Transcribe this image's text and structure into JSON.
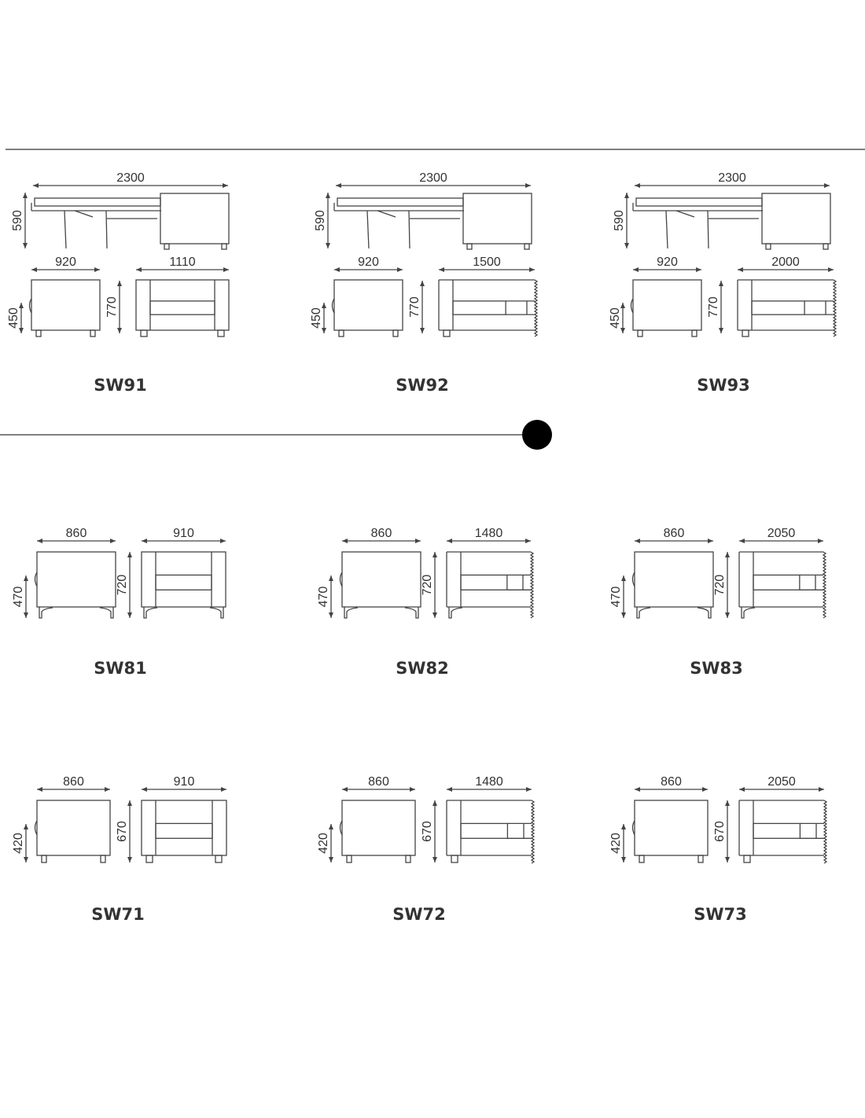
{
  "sections": [
    {
      "id": "bed-series",
      "models": [
        {
          "name": "SW91",
          "open_length": "2300",
          "open_height": "590",
          "depth": "920",
          "seat_height": "450",
          "width": "1110",
          "back_height": "770",
          "cut": false
        },
        {
          "name": "SW92",
          "open_length": "2300",
          "open_height": "590",
          "depth": "920",
          "seat_height": "450",
          "width": "1500",
          "back_height": "770",
          "cut": true
        },
        {
          "name": "SW93",
          "open_length": "2300",
          "open_height": "590",
          "depth": "920",
          "seat_height": "450",
          "width": "2000",
          "back_height": "770",
          "cut": true
        }
      ]
    },
    {
      "id": "sw8-series",
      "models": [
        {
          "name": "SW81",
          "depth": "860",
          "seat_height": "470",
          "width": "910",
          "back_height": "720",
          "cut": false
        },
        {
          "name": "SW82",
          "depth": "860",
          "seat_height": "470",
          "width": "1480",
          "back_height": "720",
          "cut": true
        },
        {
          "name": "SW83",
          "depth": "860",
          "seat_height": "470",
          "width": "2050",
          "back_height": "720",
          "cut": true
        }
      ]
    },
    {
      "id": "sw7-series",
      "models": [
        {
          "name": "SW71",
          "depth": "860",
          "seat_height": "420",
          "width": "910",
          "back_height": "670",
          "cut": false
        },
        {
          "name": "SW72",
          "depth": "860",
          "seat_height": "420",
          "width": "1480",
          "back_height": "670",
          "cut": true
        },
        {
          "name": "SW73",
          "depth": "860",
          "seat_height": "420",
          "width": "2050",
          "back_height": "670",
          "cut": true
        }
      ]
    }
  ]
}
